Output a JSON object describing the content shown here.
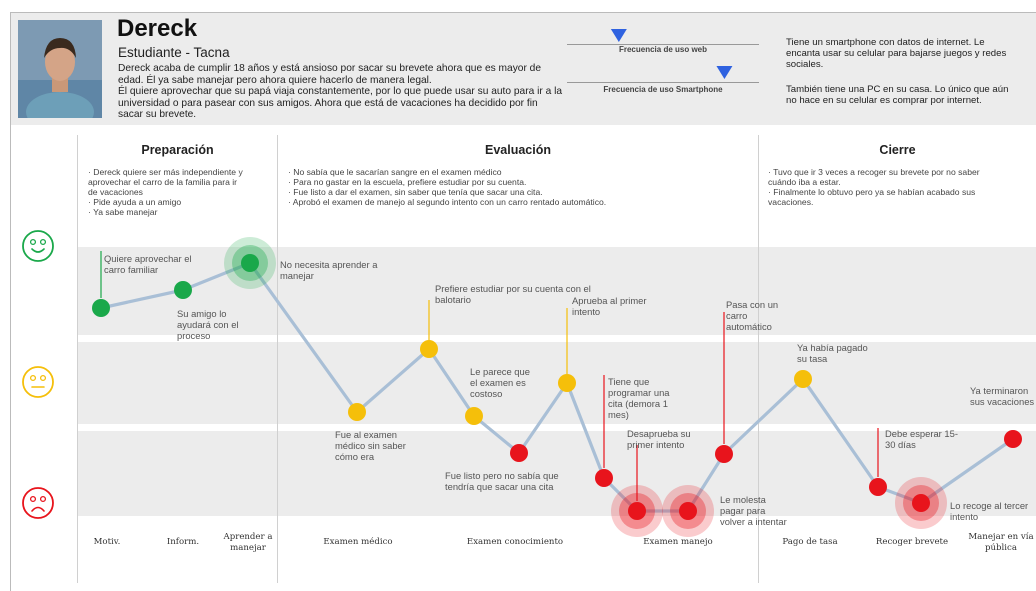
{
  "persona": {
    "name": "Dereck",
    "role": "Estudiante - Tacna",
    "bio": [
      "Dereck acaba de cumplir 18 años y está ansioso por sacar su brevete ahora que es mayor de",
      "edad. Él ya sabe manejar pero ahora quiere hacerlo de manera legal.",
      "Él quiere aprovechar que su papá viaja constantemente, por lo que puede usar su auto para ir a la",
      "universidad o para pasear con sus amigos. Ahora que está de vacaciones ha decidido por fin",
      "sacar su brevete."
    ]
  },
  "frequency": {
    "web_label": "Frecuencia de uso web",
    "smartphone_label": "Frecuencia de uso Smartphone",
    "web_level": 0.27,
    "smartphone_level": 0.82,
    "marker_color": "#2f62e0"
  },
  "technology": {
    "p1": [
      "Tiene un smartphone con datos de internet. Le",
      "encanta usar su celular para bajarse juegos y redes",
      "sociales."
    ],
    "p2": [
      "También tiene una PC en su casa. Lo único que aún",
      "no hace en su celular es comprar por internet."
    ]
  },
  "stages": [
    {
      "title": "Preparación",
      "items": [
        "· Dereck quiere ser más independiente y",
        "  aprovechar el carro de la familia para ir",
        "  de vacaciones",
        "· Pide ayuda a un amigo",
        "· Ya sabe manejar"
      ]
    },
    {
      "title": "Evaluación",
      "items": [
        "· No sabía que le sacarían sangre en el examen médico",
        "· Para no gastar en la escuela, prefiere estudiar por su cuenta.",
        "· Fue listo a dar el examen, sin saber que tenía que sacar una cita.",
        "· Aprobó el examen de manejo al segundo intento con un carro rentado automático."
      ]
    },
    {
      "title": "Cierre",
      "items": [
        "· Tuvo que ir 3 veces a recoger su brevete por no saber",
        "  cuándo iba a estar.",
        "· Finalmente lo obtuvo pero ya se habían acabado sus",
        "  vacaciones."
      ]
    }
  ],
  "emotions": [
    "happy-face-icon",
    "neutral-face-icon",
    "sad-face-icon"
  ],
  "colors": {
    "happy": "#1aa84a",
    "neutral": "#f5bf0a",
    "sad": "#e8141c",
    "line": "#a9bfd6"
  },
  "steps": [
    {
      "label": "Motiv."
    },
    {
      "label": "Inform."
    },
    {
      "label": "Aprender a manejar"
    },
    {
      "label": "Examen médico"
    },
    {
      "label": "Examen conocimiento"
    },
    {
      "label": "Examen manejo"
    },
    {
      "label": "Pago de tasa"
    },
    {
      "label": "Recoger brevete"
    },
    {
      "label": "Manejar en vía pública"
    }
  ],
  "journey_points": [
    {
      "emotion": "happy",
      "text": "Quiere aprovechar el carro familiar"
    },
    {
      "emotion": "happy",
      "text": "Su amigo lo ayudará con el proceso"
    },
    {
      "emotion": "happy",
      "text": "No necesita aprender a manejar",
      "highlight": true
    },
    {
      "emotion": "neutral",
      "text": "Fue al examen médico sin saber cómo era"
    },
    {
      "emotion": "neutral",
      "text": "Prefiere estudiar por su cuenta con el balotario"
    },
    {
      "emotion": "neutral",
      "text": "Le parece que el examen es costoso"
    },
    {
      "emotion": "sad",
      "text": "Fue listo pero no sabía que tendría que sacar una cita"
    },
    {
      "emotion": "neutral",
      "text": "Aprueba al primer intento"
    },
    {
      "emotion": "sad",
      "text": "Tiene que programar una cita (demora 1 mes)"
    },
    {
      "emotion": "sad",
      "text": "Desaprueba su primer intento",
      "highlight": true
    },
    {
      "emotion": "sad",
      "text": "Le molesta pagar para volver a intentar",
      "highlight": true
    },
    {
      "emotion": "sad",
      "text": "Pasa con un carro automático"
    },
    {
      "emotion": "neutral",
      "text": "Ya había pagado su tasa"
    },
    {
      "emotion": "sad",
      "text": "Debe esperar 15-30 días"
    },
    {
      "emotion": "sad",
      "text": "Lo recoge al tercer intento",
      "highlight": true
    },
    {
      "emotion": "sad",
      "text": "Ya terminaron sus vacaciones"
    }
  ]
}
